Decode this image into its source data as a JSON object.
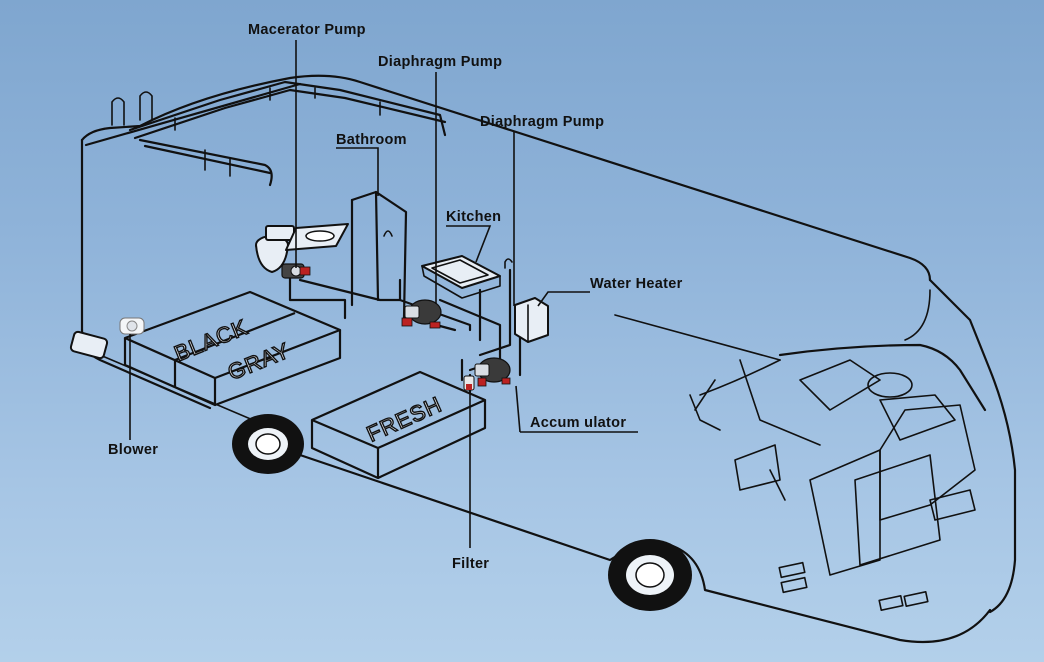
{
  "labels": {
    "macerator_pump": "Macerator Pump",
    "diaphragm_pump_1": "Diaphragm Pump",
    "diaphragm_pump_2": "Diaphragm Pump",
    "bathroom": "Bathroom",
    "kitchen": "Kitchen",
    "water_heater": "Water Heater",
    "accumulator": "Accum ulator",
    "blower": "Blower",
    "filter": "Filter"
  },
  "tanks": {
    "black": "BLACK",
    "gray": "GRAY",
    "fresh": "FRESH"
  },
  "colors": {
    "background_top": "#7fa6cf",
    "background_bottom": "#b3d0ea",
    "line": "#111111"
  },
  "icons": [
    "macerator-pump-icon",
    "diaphragm-pump-icon",
    "blower-icon",
    "filter-icon",
    "water-heater-icon"
  ]
}
